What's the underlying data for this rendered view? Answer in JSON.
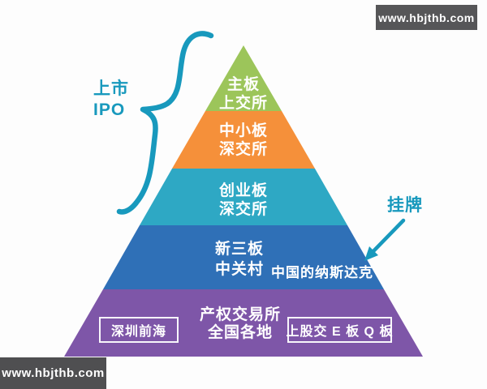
{
  "watermarks": {
    "top_right": "www.hbjthb.com",
    "bottom_left": "www.hbjthb.com"
  },
  "colors": {
    "accent": "#1899bd",
    "watermark_bg": "#565658",
    "text_on_pyramid": "#ffffff"
  },
  "annotations": {
    "listing_label_line1": "上市",
    "listing_label_line2": "IPO",
    "quotation_label": "挂牌"
  },
  "pyramid": {
    "levels": [
      {
        "title": "主板",
        "subtitle": "上交所",
        "color": "#9cc55a"
      },
      {
        "title": "中小板",
        "subtitle": "深交所",
        "color": "#f5903a"
      },
      {
        "title": "创业板",
        "subtitle": "深交所",
        "color": "#2ea8c4"
      },
      {
        "title": "新三板",
        "subtitle": "中关村",
        "note": "中国的纳斯达克",
        "color": "#2f70b7"
      },
      {
        "title": "产权交易所",
        "subtitle": "全国各地",
        "box_left": "深圳前海",
        "box_right": "上股交 E 板 Q 板",
        "color": "#7e56a8"
      }
    ]
  }
}
